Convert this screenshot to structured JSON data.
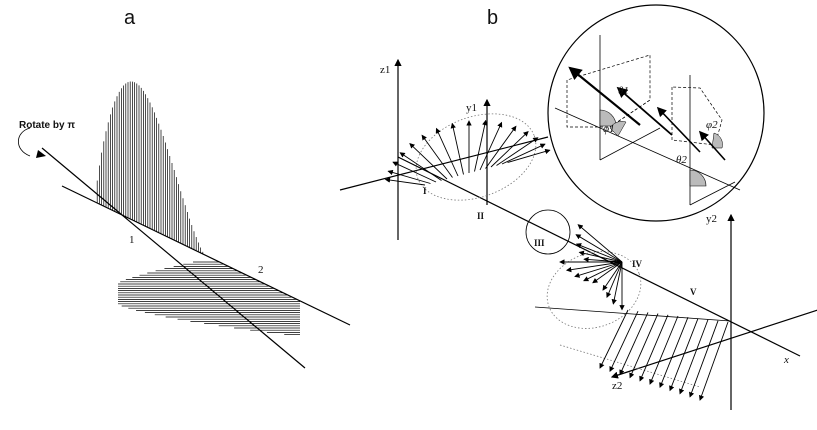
{
  "panels": {
    "a": {
      "letter": "a",
      "rotate_label": "Rotate by π",
      "point1": "1",
      "point2": "2"
    },
    "b": {
      "letter": "b",
      "axes": {
        "z1": "z1",
        "y1": "y1",
        "y2": "y2",
        "z2": "z2",
        "x": "x"
      },
      "sections": [
        "I",
        "II",
        "III",
        "IV",
        "V"
      ],
      "inset": {
        "theta1": "θ1",
        "theta2": "θ2",
        "phi1": "φ1",
        "phi2": "φ2"
      }
    }
  },
  "colors": {
    "ink": "#000000",
    "shade": "#bbbbbb",
    "background": "#ffffff"
  }
}
